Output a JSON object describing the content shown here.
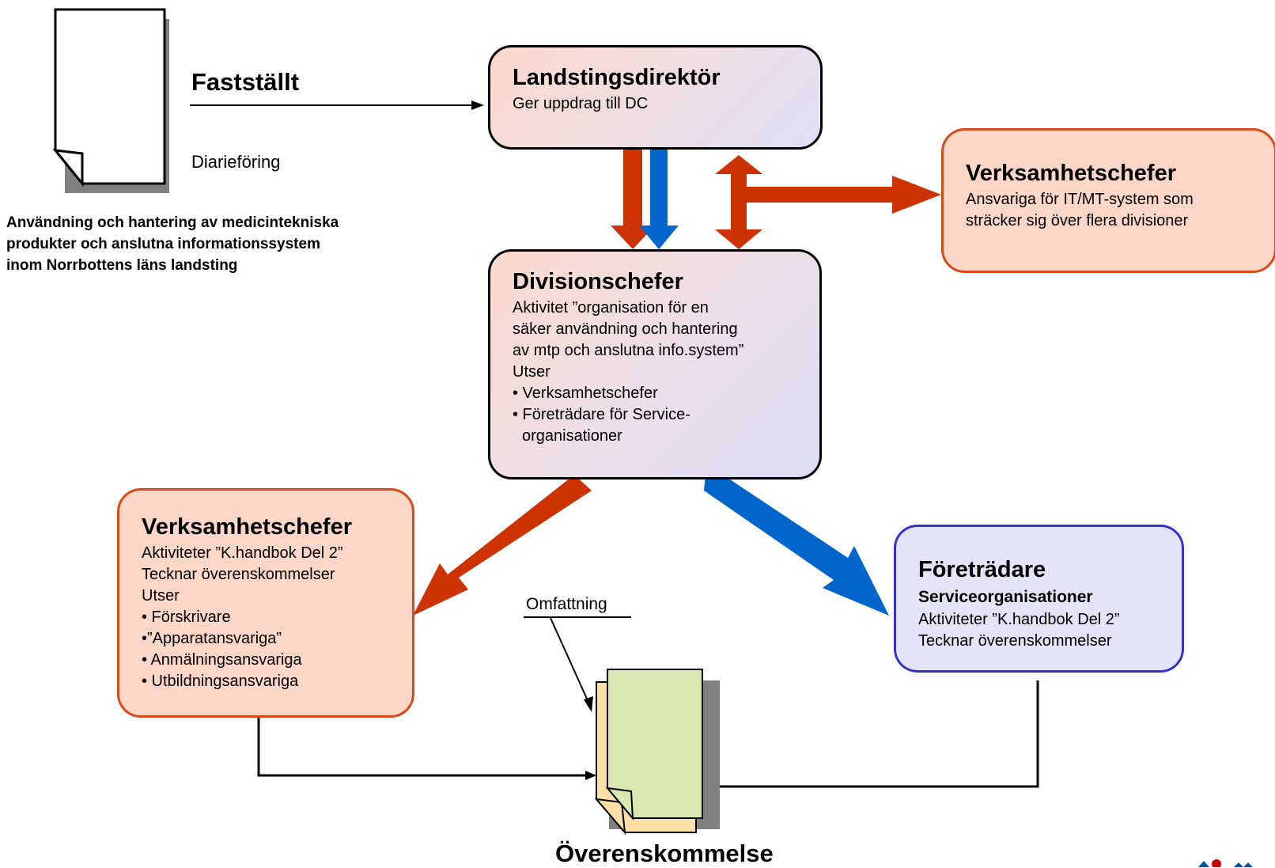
{
  "faststallt": "Fastställt",
  "diarieforing": "Diarieföring",
  "doc_title": [
    "Användning och hantering av medicintekniska",
    "produkter och anslutna informationssystem",
    "inom Norrbottens läns landsting"
  ],
  "landstingsdirektor": {
    "title": "Landstingsdirektör",
    "text": "Ger uppdrag till DC"
  },
  "divisionschefer": {
    "title": "Divisionschefer",
    "lines": [
      "Aktivitet ”organisation för en",
      "säker användning och hantering",
      "av mtp och anslutna info.system”",
      "Utser"
    ],
    "bullets": [
      "• Verksamhetschefer",
      "• Företrädare för Service-",
      "  organisationer"
    ]
  },
  "verksamhetschefer_right": {
    "title": "Verksamhetschefer",
    "lines": [
      "Ansvariga för IT/MT-system som",
      "sträcker sig över flera divisioner"
    ]
  },
  "verksamhetschefer_left": {
    "title": "Verksamhetschefer",
    "lines": [
      "Aktiviteter ”K.handbok Del 2”",
      "Tecknar överenskommelser",
      "Utser"
    ],
    "bullets": [
      "• Förskrivare",
      "•”Apparatansvariga”",
      "• Anmälningsansvariga",
      "• Utbildningsansvariga"
    ]
  },
  "foretradare": {
    "title": "Företrädare",
    "subtitle": "Serviceorganisationer",
    "lines": [
      "Aktiviteter ”K.handbok Del 2”",
      "Tecknar överenskommelser"
    ]
  },
  "omfattning": "Omfattning",
  "overenskommelse": "Överenskommelse",
  "colors": {
    "red_arrow": "#cc3300",
    "blue_arrow": "#0066cc",
    "salmon_border": "#d84a17",
    "lavender_border": "#3333cc",
    "shadow": "#808080",
    "doc_green": "#d9e8b0",
    "doc_peach": "#fce0a8"
  }
}
